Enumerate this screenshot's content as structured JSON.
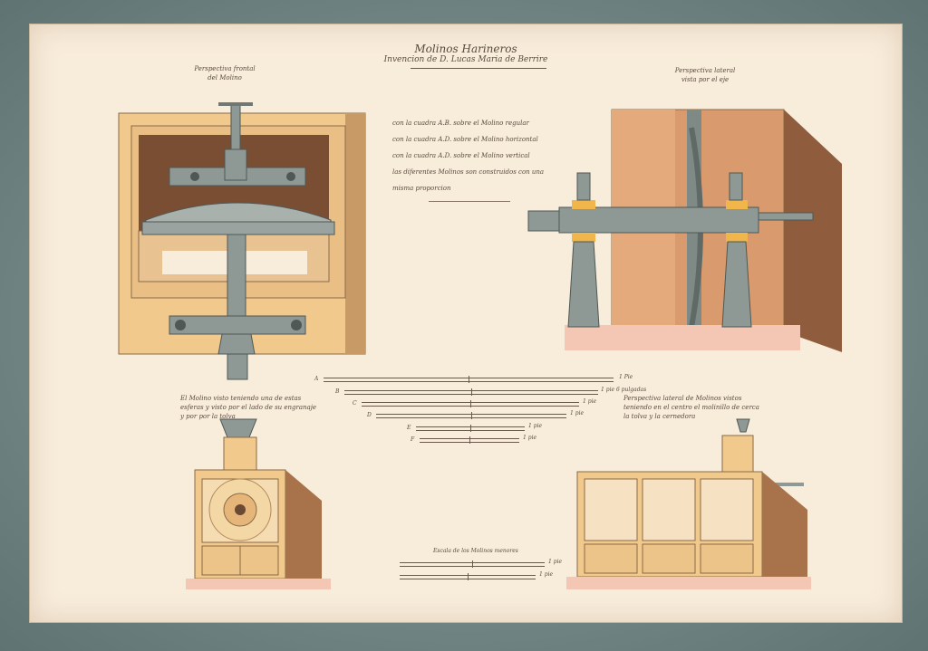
{
  "sheet": {
    "title_line1": "Molinos Harineros",
    "title_line2": "Invencion de D. Lucas Maria de Berrire",
    "ul_caption": [
      "Perspectiva frontal",
      "del Molino"
    ],
    "ur_caption": [
      "Perspectiva lateral",
      "vista por el eje"
    ],
    "center_note": [
      "con la cuadra A.B. sobre el Molino regular",
      "con la cuadra A.D. sobre el Molino horizontal",
      "con la cuadra A.D. sobre el Molino vertical",
      "las diferentes Molinos son construidos con una",
      "misma proporcion"
    ],
    "ll_note": [
      "El Molino visto teniendo una de estas",
      "esferas y visto por el lado de su engranaje",
      "y por por la tolva"
    ],
    "lr_note": [
      "Perspectiva lateral de Molinos vistos",
      "teniendo en el centro el molinillo de cerca",
      "la tolva y la cernedora"
    ],
    "scales_upper": [
      {
        "letter": "A",
        "caption": "1 Pie"
      },
      {
        "letter": "B",
        "caption": "1 pie 6 pulgadas"
      },
      {
        "letter": "C",
        "caption": "1 pie"
      },
      {
        "letter": "D",
        "caption": "1 pie"
      },
      {
        "letter": "E",
        "caption": "1 pie"
      },
      {
        "letter": "F",
        "caption": "1 pie"
      }
    ],
    "scales_lower_title": "Escala de los Molinos menores",
    "scales_lower": [
      {
        "caption": "1 pie"
      },
      {
        "caption": "1 pie"
      }
    ]
  },
  "colors": {
    "paper": "#f8ecdb",
    "mount": "#6f8283",
    "wood_light": "#f1c98d",
    "wood_dark": "#7a4e33",
    "iron": "#8e9894",
    "pink_wash": "#f2c4b6"
  }
}
